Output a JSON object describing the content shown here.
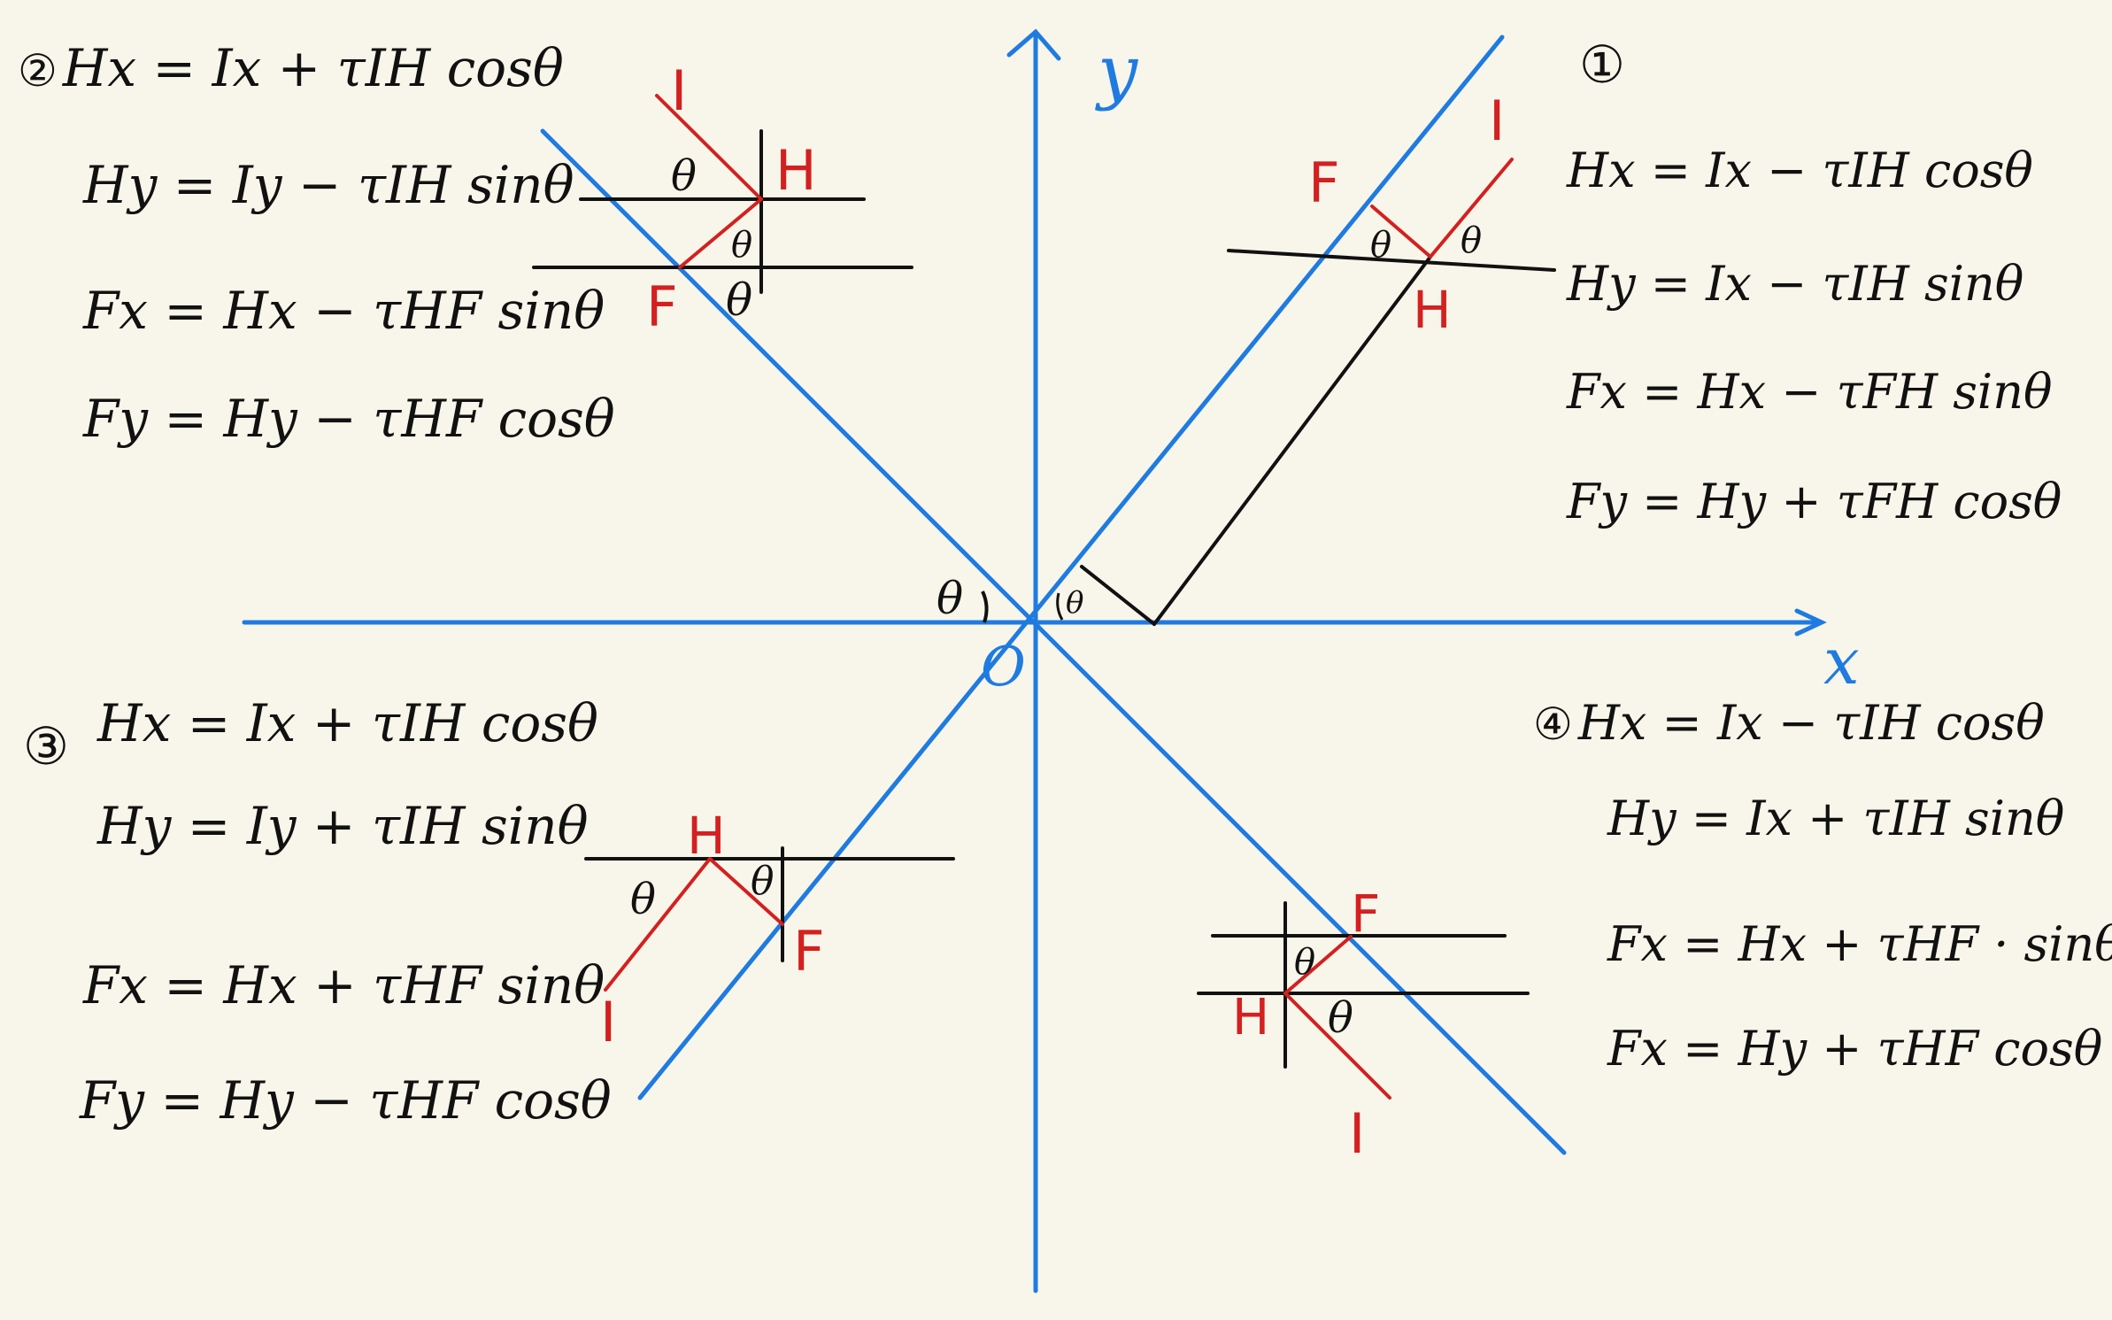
{
  "axes": {
    "x_label": "x",
    "y_label": "y",
    "origin_label": "O",
    "theta": "θ",
    "color_axis": "#1f7be0",
    "color_red": "#d42020",
    "color_black": "#111111"
  },
  "quadrant1": {
    "number": "①",
    "eq1": "Hx = Ix − τIH cosθ",
    "eq2": "Hy = Ix − τIH sinθ",
    "eq3": "Fx = Hx − τFH sinθ",
    "eq4": "Fy = Hy + τFH cosθ",
    "label_I": "I",
    "label_F": "F",
    "label_H": "H"
  },
  "quadrant2": {
    "number": "②",
    "eq1": "Hx = Ix + τIH cosθ",
    "eq2": "Hy = Iy − τIH sinθ",
    "eq3": "Fx = Hx − τHF sinθ",
    "eq4": "Fy = Hy − τHF cosθ",
    "label_I": "I",
    "label_F": "F",
    "label_H": "H"
  },
  "quadrant3": {
    "number": "③",
    "eq1": "Hx = Ix + τIH cosθ",
    "eq2": "Hy = Iy + τIH sinθ",
    "eq3": "Fx = Hx + τHF sinθ",
    "eq4": "Fy = Hy − τHF cosθ",
    "label_I": "I",
    "label_F": "F",
    "label_H": "H"
  },
  "quadrant4": {
    "number": "④",
    "eq1": "Hx = Ix − τIH cosθ",
    "eq2": "Hy = Ix + τIH sinθ",
    "eq3": "Fx = Hx + τHF · sinθ",
    "eq4": "Fx = Hy + τHF cosθ",
    "label_I": "I",
    "label_F": "F",
    "label_H": "H"
  }
}
